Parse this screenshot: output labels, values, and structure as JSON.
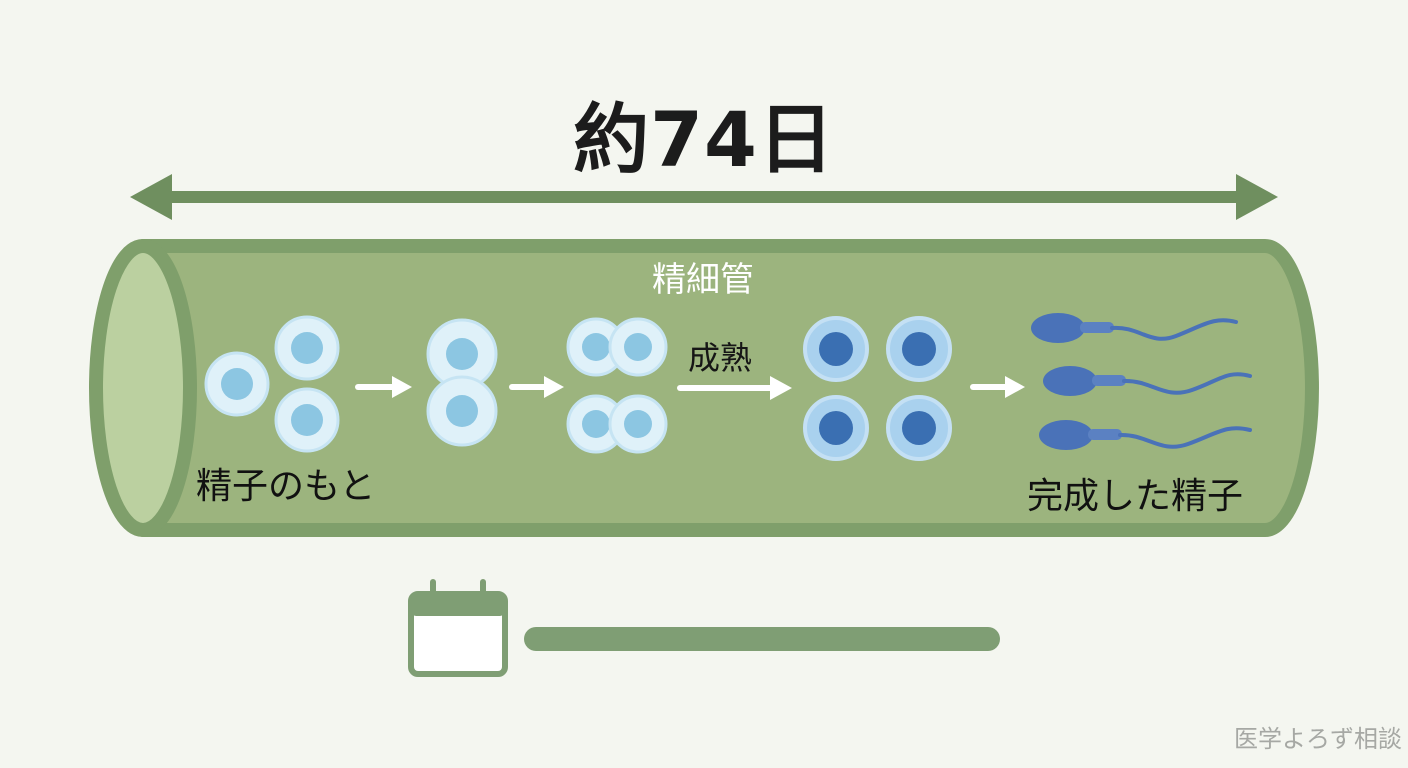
{
  "header": {
    "duration_label": "約74日"
  },
  "tube": {
    "label": "精細管"
  },
  "stages": {
    "start_label": "精子のもと",
    "maturation_label": "成熟",
    "end_label": "完成した精子"
  },
  "footer": {
    "watermark": "医学よろず相談"
  },
  "icons": {
    "calendar": "calendar-icon",
    "arrow": "right-arrow-icon",
    "duration_arrow": "double-headed-arrow-icon",
    "sperm": "sperm-icon",
    "cell": "cell-icon"
  },
  "colors": {
    "background": "#f4f6f0",
    "tube_fill": "#9cb47e",
    "tube_outline": "#7f9f6b",
    "arrow_green": "#6f8f5f",
    "cell_light": "#dff1f9",
    "cell_nucleus_light": "#8cc6e2",
    "cell_mature": "#a9d1ee",
    "nucleus_mature": "#3a6fb2",
    "sperm_blue": "#4a72b8",
    "progress_bar": "#7f9e74"
  }
}
